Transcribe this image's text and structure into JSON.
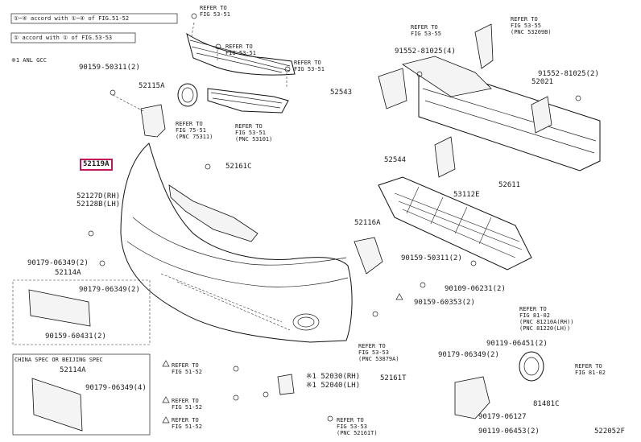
{
  "legend": {
    "line1_text": "①~④ accord with ①~④ of FIG.51-52",
    "line2_text": "① accord with ① of FIG.53-53",
    "line3_text": "※1 ANL GCC"
  },
  "labels": {
    "ref_53_51_a": "REFER TO\nFIG 53-51",
    "ref_53_51_b": "REFER TO\nFIG 53-51",
    "ref_53_51_c": "REFER TO\nFIG 53-51",
    "ref_53_55_a": "REFER TO\nFIG 53-55",
    "ref_53_55_b": "REFER TO\nFIG 53-55\n(PNC 53209B)",
    "ref_75_51": "REFER TO\nFIG 75-51\n(PNC 75311)",
    "ref_53_51_d": "REFER TO\nFIG 53-51\n(PNC 53101)",
    "ref_53_53_a": "REFER TO\nFIG 53-53\n(PNC 53879A)",
    "ref_81_02_a": "REFER TO\nFIG 81-02\n(PNC 81210A(RH))\n(PNC 81220(LH))",
    "ref_81_02_b": "REFER TO\nFIG 81-02",
    "ref_51_52_a": "REFER TO\nFIG 51-52",
    "ref_51_52_b": "REFER TO\nFIG 51-52",
    "ref_51_52_c": "REFER TO\nFIG 51-52",
    "ref_53_53_b": "REFER TO\nFIG 53-53\n(PNC 52161T)",
    "china_spec": "CHINA SPEC OR BEIJING SPEC"
  },
  "parts": {
    "p90159_50311_a": "90159-50311(2)",
    "p52115A": "52115A",
    "p52119A": "52119A",
    "p52161C": "52161C",
    "p52127D": "52127D(RH)",
    "p52128B": "52128B(LH)",
    "p90179_06349_a": "90179-06349(2)",
    "p52114A_a": "52114A",
    "p90179_06349_b": "90179-06349(2)",
    "p90159_60431": "90159-60431(2)",
    "p52114A_b": "52114A",
    "p90179_06349_c": "90179-06349(4)",
    "p91552_81025_a": "91552-81025(4)",
    "p52543": "52543",
    "p52021": "52021",
    "p91552_81025_b": "91552-81025(2)",
    "p52544": "52544",
    "p52611": "52611",
    "p53112E": "53112E",
    "p52116A": "52116A",
    "p90159_50311_b": "90159-50311(2)",
    "p90109_06231": "90109-06231(2)",
    "p90159_60353": "90159-60353(2)",
    "p52030": "※1 52030(RH)",
    "p52040": "※1 52040(LH)",
    "p90179_06349_d": "90179-06349(2)",
    "p90119_06451_a": "90119-06451(2)",
    "p52161T": "52161T",
    "p81481C": "81481C",
    "p90179_06127": "90179-06127",
    "p90119_06453": "90119-06453(2)",
    "diagram_code": "522052F"
  }
}
